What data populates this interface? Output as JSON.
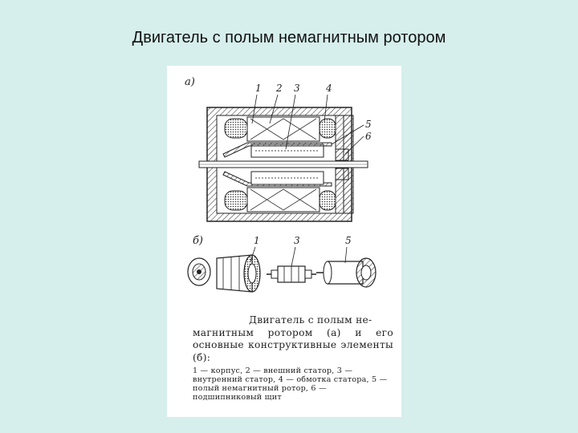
{
  "slide": {
    "title": "Двигатель с полым немагнитным ротором"
  },
  "figure": {
    "label_a": "а)",
    "label_b": "б)",
    "callouts_a": [
      "1",
      "2",
      "3",
      "4",
      "5",
      "6"
    ],
    "callouts_b": [
      "1",
      "3",
      "5"
    ]
  },
  "caption": {
    "heading_line1": "Двигатель с полым не-",
    "heading_rest": "магнитным ротором (а) и его основные конструктивные элементы (б):",
    "body": "1 — корпус, 2 — внешний статор, 3 — внутренний статор, 4 — обмотка статора, 5 — полый немагнитный ротор, 6 — подшипниковый щит"
  },
  "colors": {
    "background": "#d6efec",
    "page": "#ffffff",
    "ink": "#222222"
  }
}
